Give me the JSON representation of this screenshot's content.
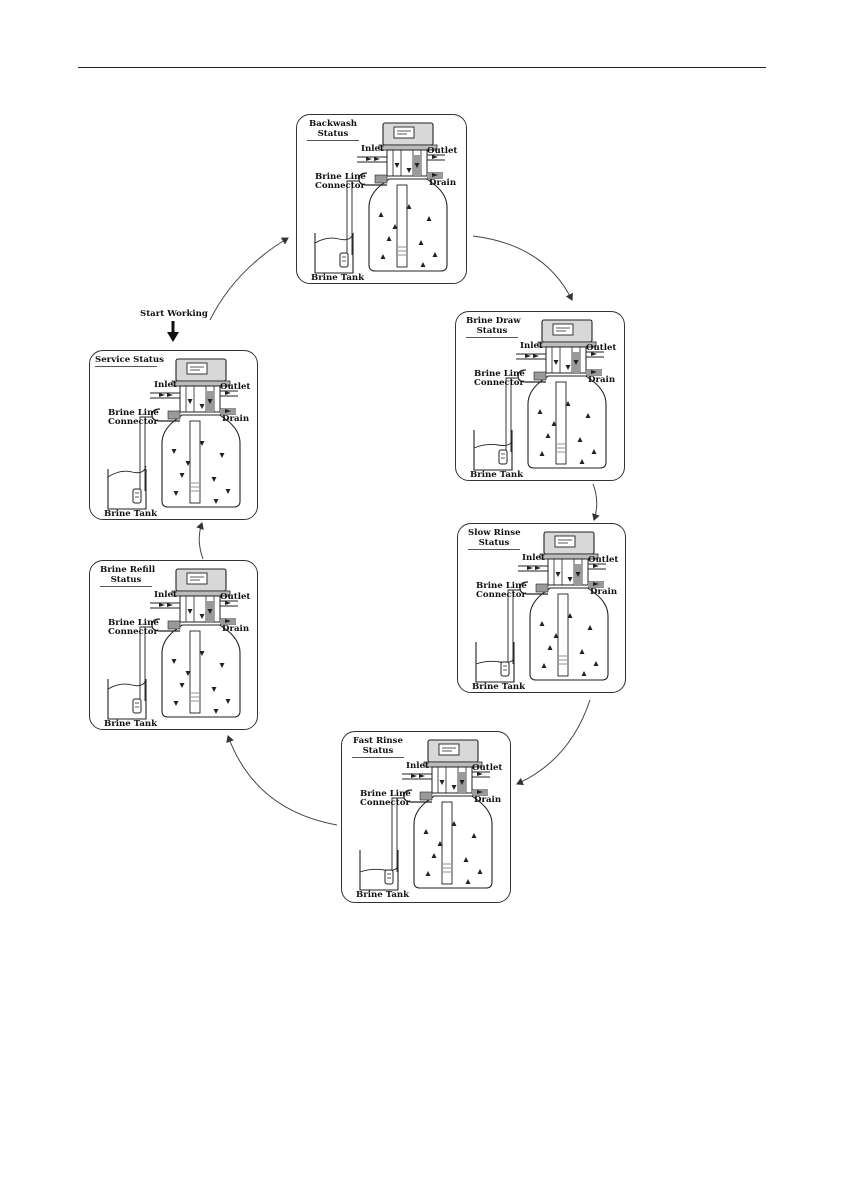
{
  "diagram": {
    "start_label": "Start Working",
    "labels": {
      "inlet": "Inlet",
      "outlet": "Outlet",
      "drain": "Drain",
      "brine_line_1": "Brine Line",
      "brine_line_2": "Connector",
      "brine_tank": "Brine Tank"
    },
    "panels": [
      {
        "id": "backwash",
        "title": [
          "Backwash",
          "Status"
        ]
      },
      {
        "id": "brine-draw",
        "title": [
          "Brine Draw",
          "Status"
        ]
      },
      {
        "id": "slow-rinse",
        "title": [
          "Slow Rinse",
          "Status"
        ]
      },
      {
        "id": "fast-rinse",
        "title": [
          "Fast Rinse",
          "Status"
        ]
      },
      {
        "id": "brine-refill",
        "title": [
          "Brine Refill",
          "Status"
        ]
      },
      {
        "id": "service",
        "title": [
          "Service Status"
        ]
      }
    ],
    "colors": {
      "line": "#222222",
      "shade": "#9a9a9a",
      "panel_border": "#333333"
    }
  }
}
